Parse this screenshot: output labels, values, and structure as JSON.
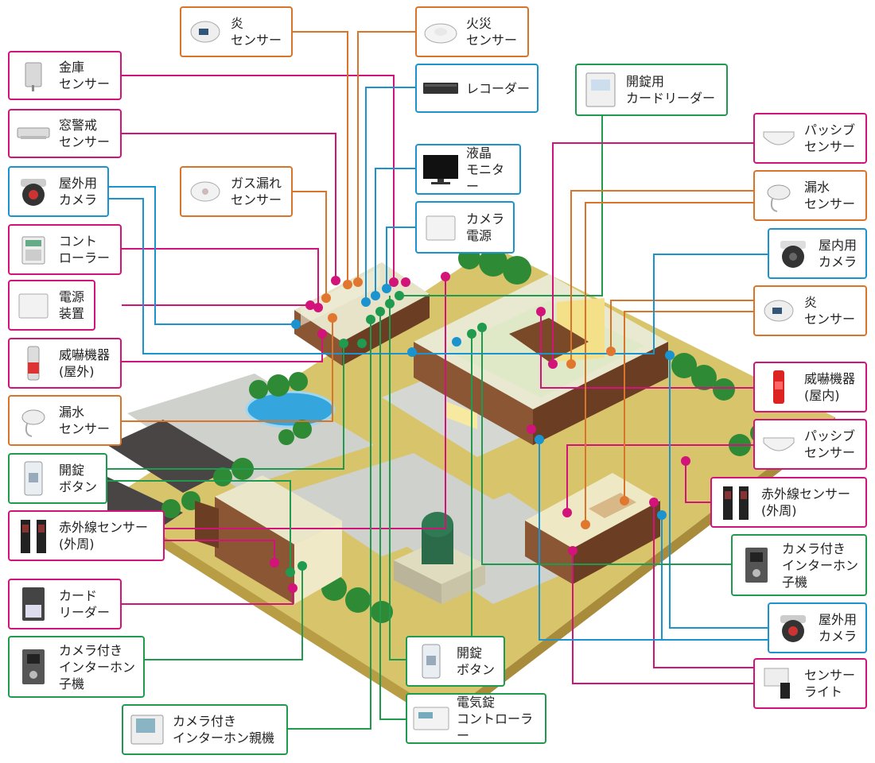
{
  "colors": {
    "pink": "#d1137a",
    "orange": "#e1772f",
    "blue": "#1a93cf",
    "green": "#1f9a4e",
    "ground": "#dcc86e",
    "gravel": "#c9cbc7",
    "tree": "#2f8a35",
    "wall_brown": "#6b3d22",
    "pond": "#35a6dd"
  },
  "labels": [
    {
      "id": "safe-sensor",
      "text": "金庫\nセンサー",
      "color": "pink",
      "icon": "safe-sensor-icon"
    },
    {
      "id": "window-guard-sensor",
      "text": "窓警戒\nセンサー",
      "color": "pink",
      "icon": "window-sensor-icon"
    },
    {
      "id": "outdoor-camera-left",
      "text": "屋外用\nカメラ",
      "color": "blue",
      "icon": "dome-camera-icon"
    },
    {
      "id": "controller",
      "text": "コント\nローラー",
      "color": "pink",
      "icon": "controller-icon"
    },
    {
      "id": "power-unit",
      "text": "電源\n装置",
      "color": "pink",
      "icon": "power-unit-icon"
    },
    {
      "id": "intimidation-outdoor",
      "text": "威嚇機器\n(屋外)",
      "color": "pink",
      "icon": "siren-icon"
    },
    {
      "id": "water-leak-left",
      "text": "漏水\nセンサー",
      "color": "orange",
      "icon": "water-leak-icon"
    },
    {
      "id": "unlock-button-left",
      "text": "開錠\nボタン",
      "color": "green",
      "icon": "unlock-button-icon"
    },
    {
      "id": "ir-sensor-left",
      "text": "赤外線センサー\n(外周)",
      "color": "pink",
      "icon": "ir-beam-icon"
    },
    {
      "id": "card-reader-left",
      "text": "カード\nリーダー",
      "color": "pink",
      "icon": "card-reader-icon"
    },
    {
      "id": "intercom-sub-left",
      "text": "カメラ付き\nインターホン\n子機",
      "color": "green",
      "icon": "intercom-sub-icon"
    },
    {
      "id": "intercom-master",
      "text": "カメラ付き\nインターホン親機",
      "color": "green",
      "icon": "intercom-master-icon"
    },
    {
      "id": "flame-sensor-top",
      "text": "炎\nセンサー",
      "color": "orange",
      "icon": "flame-sensor-icon"
    },
    {
      "id": "gas-leak-sensor",
      "text": "ガス漏れ\nセンサー",
      "color": "orange",
      "icon": "gas-sensor-icon"
    },
    {
      "id": "fire-sensor",
      "text": "火災\nセンサー",
      "color": "orange",
      "icon": "smoke-detector-icon"
    },
    {
      "id": "recorder",
      "text": "レコーダー",
      "color": "blue",
      "icon": "recorder-icon"
    },
    {
      "id": "lcd-monitor",
      "text": "液晶\nモニター",
      "color": "blue",
      "icon": "monitor-icon"
    },
    {
      "id": "camera-power",
      "text": "カメラ\n電源",
      "color": "blue",
      "icon": "power-box-icon"
    },
    {
      "id": "card-reader-unlock",
      "text": "開錠用\nカードリーダー",
      "color": "green",
      "icon": "card-reader-panel-icon"
    },
    {
      "id": "passive-sensor-top",
      "text": "パッシブ\nセンサー",
      "color": "pink",
      "icon": "passive-sensor-icon"
    },
    {
      "id": "water-leak-right",
      "text": "漏水\nセンサー",
      "color": "orange",
      "icon": "water-leak-icon"
    },
    {
      "id": "indoor-camera",
      "text": "屋内用\nカメラ",
      "color": "blue",
      "icon": "dome-camera-icon"
    },
    {
      "id": "flame-sensor-right",
      "text": "炎\nセンサー",
      "color": "orange",
      "icon": "flame-sensor-icon"
    },
    {
      "id": "intimidation-indoor",
      "text": "威嚇機器\n(屋内)",
      "color": "pink",
      "icon": "siren-red-icon"
    },
    {
      "id": "passive-sensor-mid",
      "text": "パッシブ\nセンサー",
      "color": "pink",
      "icon": "passive-sensor-icon"
    },
    {
      "id": "ir-sensor-right",
      "text": "赤外線センサー\n(外周)",
      "color": "pink",
      "icon": "ir-beam-icon"
    },
    {
      "id": "intercom-sub-right",
      "text": "カメラ付き\nインターホン\n子機",
      "color": "green",
      "icon": "intercom-sub-icon"
    },
    {
      "id": "outdoor-camera-right",
      "text": "屋外用\nカメラ",
      "color": "blue",
      "icon": "dome-camera-icon"
    },
    {
      "id": "sensor-light",
      "text": "センサー\nライト",
      "color": "pink",
      "icon": "sensor-light-icon"
    },
    {
      "id": "unlock-button-bottom",
      "text": "開錠\nボタン",
      "color": "green",
      "icon": "unlock-button-icon"
    },
    {
      "id": "electric-lock-controller",
      "text": "電気錠\nコントローラー",
      "color": "green",
      "icon": "lock-controller-icon"
    }
  ]
}
